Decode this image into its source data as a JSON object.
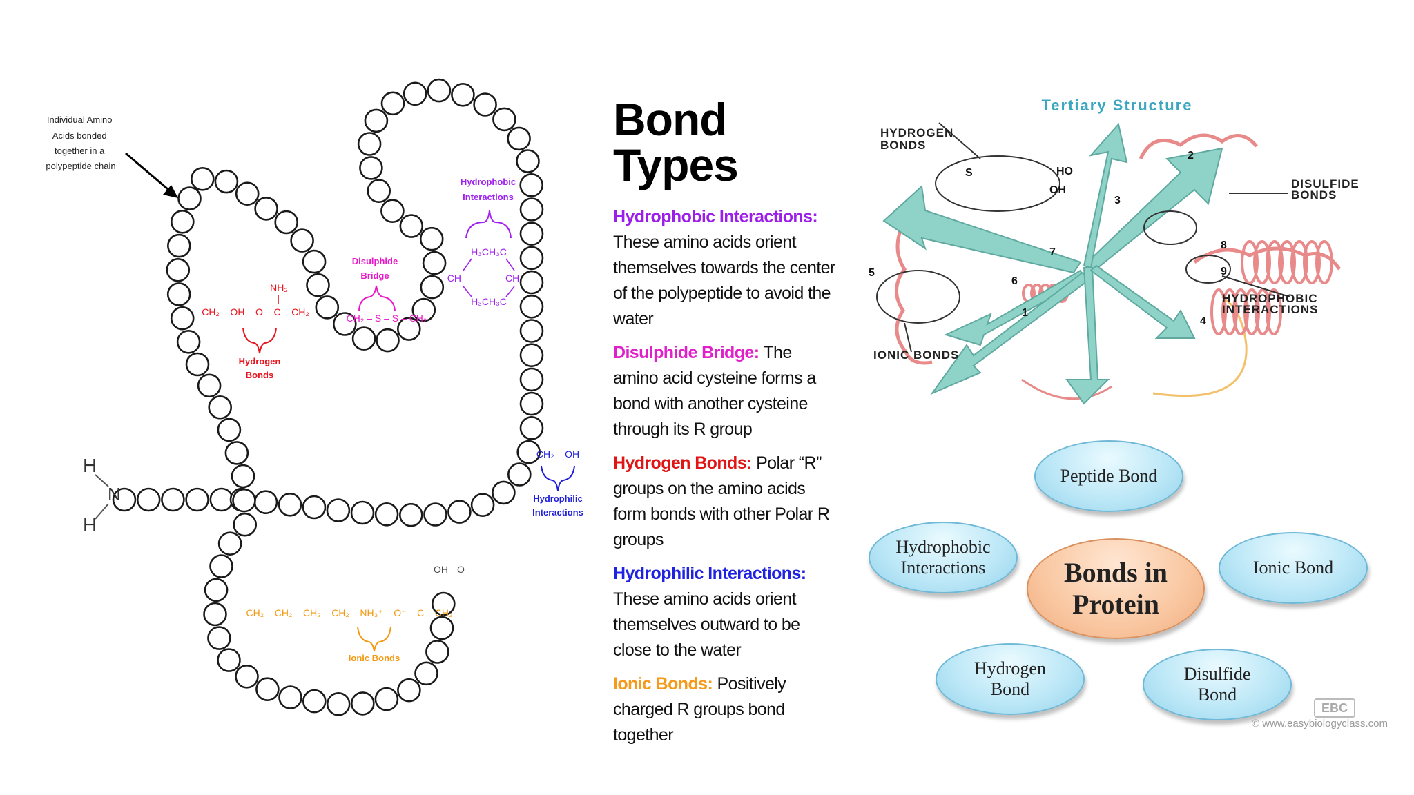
{
  "chain_diagram": {
    "note_lines": [
      "Individual Amino",
      "Acids bonded",
      "together in a",
      "polypeptide chain"
    ],
    "terminus": {
      "h1": "H",
      "n": "N",
      "h2": "H"
    },
    "hydrophobic": {
      "label_lines": [
        "Hydrophobic",
        "Interactions"
      ],
      "top_group": "H₃CH₃C",
      "side_left": "CH",
      "side_right": "CH",
      "bottom_group": "H₃CH₃C",
      "color": "#a020f0"
    },
    "disulphide": {
      "label_lines": [
        "Disulphide",
        "Bridge"
      ],
      "chain": "CH₂ – S – S – CH₂",
      "color": "#e619c8"
    },
    "hydrogen": {
      "label_lines": [
        "Hydrogen",
        "Bonds"
      ],
      "chain": "CH₂ – OH – O – C – CH₂",
      "nh": "NH₂",
      "color": "#e8141e"
    },
    "hydrophilic": {
      "label_lines": [
        "Hydrophilic",
        "Interactions"
      ],
      "group": "CH₂ – OH",
      "color": "#1f1fd9"
    },
    "ionic": {
      "label": "Ionic Bonds",
      "chain": "CH₂ – CH₂ – CH₂ – CH₂ – NH₃⁺ – O⁻ – C – CH₂",
      "oh": "OH",
      "o": "O",
      "color": "#f39a12"
    }
  },
  "bond_types": {
    "title": "Bond Types",
    "items": [
      {
        "name": "Hydrophobic Interactions:",
        "desc": "These amino acids orient themselves towards the center of the polypeptide to avoid the water",
        "color": "#9b1fe8"
      },
      {
        "name": "Disulphide Bridge:",
        "desc": "The amino acid cysteine forms a bond with another cysteine through its R group",
        "color": "#e020c8"
      },
      {
        "name": "Hydrogen Bonds:",
        "desc": "Polar “R” groups on the amino acids form bonds with other Polar R groups",
        "color": "#e01515"
      },
      {
        "name": "Hydrophilic Interactions:",
        "desc": "These amino acids orient themselves outward to be close to the water",
        "color": "#1f22e0"
      },
      {
        "name": "Ionic Bonds:",
        "desc": "Positively charged R groups bond together",
        "color": "#f59a1a"
      }
    ]
  },
  "tertiary": {
    "title": "Tertiary Structure",
    "hydrogen_label": [
      "HYDROGEN",
      "BONDS"
    ],
    "disulfide_label": [
      "DISULFIDE",
      "BONDS"
    ],
    "hydrophobic_label": [
      "HYDROPHOBIC",
      "INTERACTIONS"
    ],
    "ionic_label": "IONIC BONDS",
    "numbers": [
      "1",
      "2",
      "3",
      "4",
      "5",
      "6",
      "7",
      "8",
      "9"
    ],
    "inset_labels": [
      "S",
      "HO",
      "OH"
    ],
    "colors": {
      "title": "#3aa6c0",
      "arrow": "#8fd3c8",
      "helix": "#e98a8a"
    }
  },
  "mind_map": {
    "center": "Bonds in Protein",
    "bubbles": [
      "Peptide Bond",
      "Ionic Bond",
      "Disulfide Bond",
      "Hydrogen Bond",
      "Hydrophobic Interactions"
    ]
  },
  "watermark": {
    "logo": "EBC",
    "copyright": "©",
    "url": "www.easybiologyclass.com"
  }
}
